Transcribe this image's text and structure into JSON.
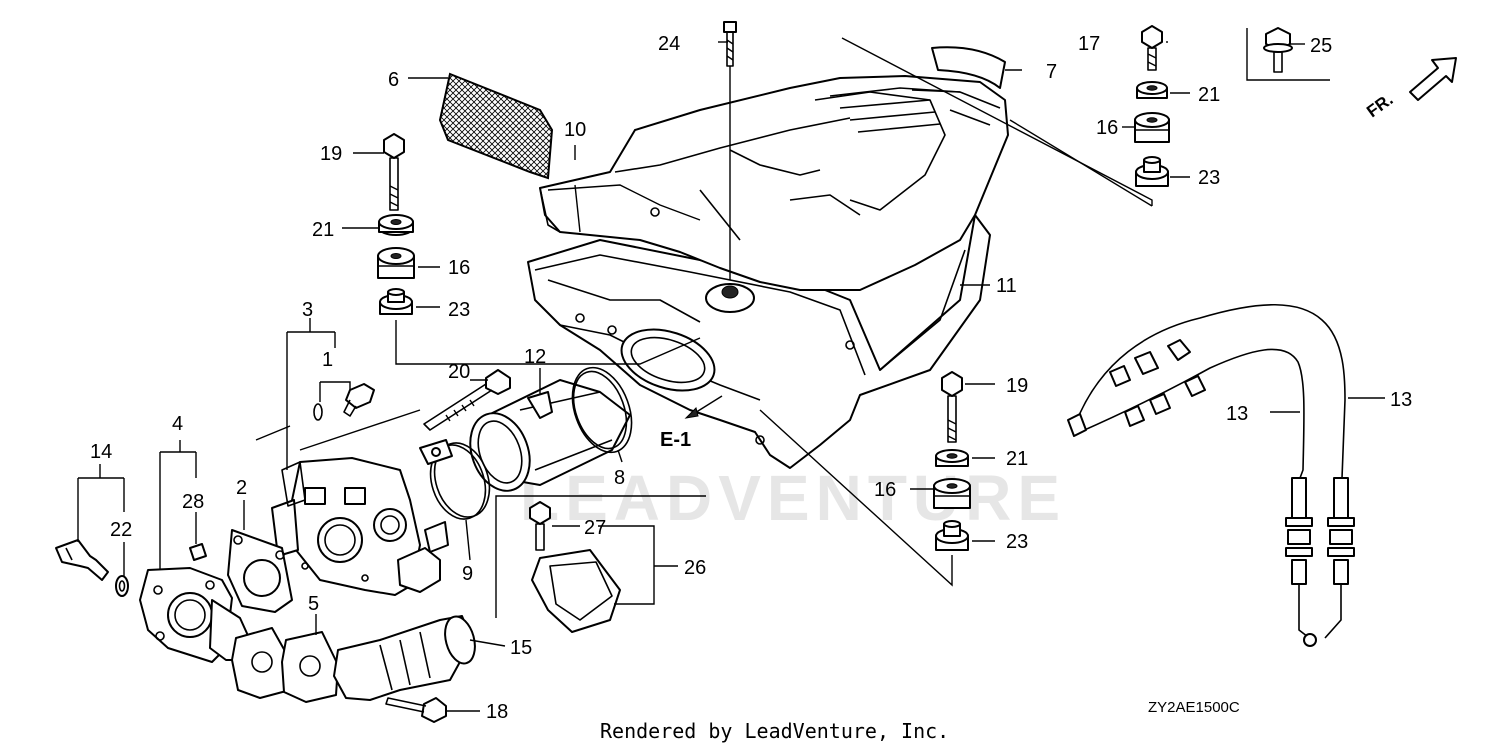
{
  "caption": "Rendered by LeadVenture, Inc.",
  "diagram_code": "ZY2AE1500C",
  "direction_marker": "FR.",
  "reference_label": "E-1",
  "watermark": "LEADVENTURE",
  "callouts": {
    "c1": "1",
    "c2": "2",
    "c3": "3",
    "c4": "4",
    "c5": "5",
    "c6": "6",
    "c7": "7",
    "c8": "8",
    "c9": "9",
    "c10": "10",
    "c11": "11",
    "c12": "12",
    "c13a": "13",
    "c13b": "13",
    "c14": "14",
    "c15": "15",
    "c16a": "16",
    "c16b": "16",
    "c16c": "16",
    "c17": "17",
    "c18": "18",
    "c19a": "19",
    "c19b": "19",
    "c20": "20",
    "c21a": "21",
    "c21b": "21",
    "c21c": "21",
    "c22": "22",
    "c23a": "23",
    "c23b": "23",
    "c23c": "23",
    "c24": "24",
    "c25": "25",
    "c26": "26",
    "c27": "27",
    "c28": "28"
  }
}
